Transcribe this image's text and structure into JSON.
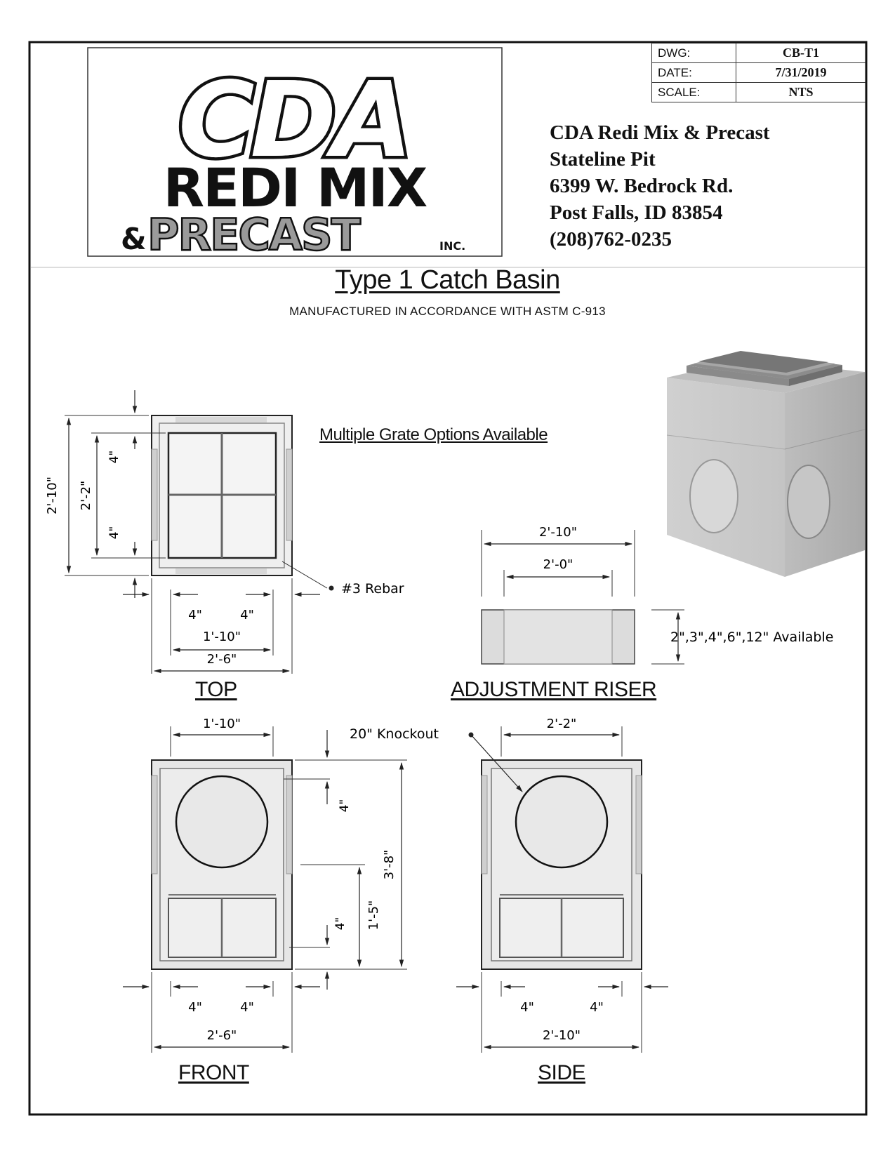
{
  "title_block": {
    "rows": [
      {
        "key": "DWG:",
        "value": "CB-T1"
      },
      {
        "key": "DATE:",
        "value": "7/31/2019"
      },
      {
        "key": "SCALE:",
        "value": "NTS"
      }
    ]
  },
  "logo": {
    "line1": "CDA",
    "line2": "REDI MIX",
    "line3_amp": "&",
    "line3": "PRECAST",
    "line3_suffix": "INC."
  },
  "company": {
    "lines": [
      "CDA Redi Mix & Precast",
      "Stateline Pit",
      "6399 W. Bedrock Rd.",
      "Post Falls, ID 83854",
      "(208)762-0235"
    ]
  },
  "title": "Type 1 Catch Basin",
  "subtitle": "MANUFACTURED IN ACCORDANCE WITH ASTM C-913",
  "grate_note": "Multiple Grate Options Available",
  "views": {
    "top": {
      "label": "TOP",
      "dims": {
        "overall_height": "2'-10\"",
        "inner_height": "2'-2\"",
        "wall_top": "4\"",
        "wall_bottom": "4\"",
        "wall_left": "4\"",
        "wall_right": "4\"",
        "inner_width": "1'-10\"",
        "overall_width": "2'-6\""
      },
      "rebar_label": "#3 Rebar"
    },
    "riser": {
      "label": "ADJUSTMENT RISER",
      "dims": {
        "overall_width": "2'-10\"",
        "inner_width": "2'-0\"",
        "heights": "2\",3\",4\",6\",12\" Available"
      }
    },
    "front": {
      "label": "FRONT",
      "dims": {
        "inner_width": "1'-10\"",
        "wall_top": "4\"",
        "overall_height": "3'-8\"",
        "lower_height": "1'-5\"",
        "wall_bottom": "4\"",
        "wall_left": "4\"",
        "wall_right": "4\"",
        "overall_width": "2'-6\""
      }
    },
    "side": {
      "label": "SIDE",
      "knockout_label": "20\" Knockout",
      "dims": {
        "inner_width": "2'-2\"",
        "wall_left": "4\"",
        "wall_right": "4\"",
        "overall_width": "2'-10\""
      }
    }
  },
  "colors": {
    "line": "#222222",
    "concrete": "#d4d4d4",
    "concrete_light": "#ebebeb",
    "rebar": "#5a5a5a"
  }
}
